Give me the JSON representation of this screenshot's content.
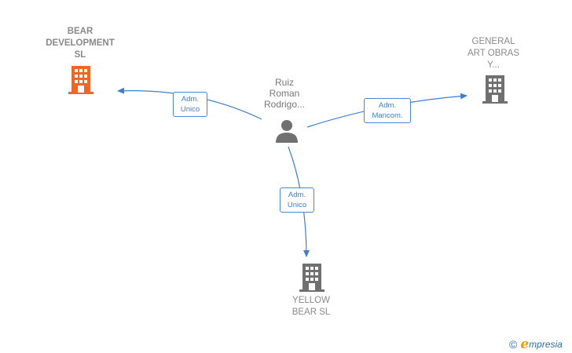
{
  "nodes": {
    "bear": {
      "label": "BEAR\nDEVELOPMENT\nSL",
      "color": "#f26522",
      "icon": "building-icon"
    },
    "general": {
      "label": "GENERAL\nART OBRAS\nY...",
      "color": "#707070",
      "icon": "building-icon"
    },
    "yellow": {
      "label": "YELLOW\nBEAR  SL",
      "color": "#707070",
      "icon": "building-icon"
    },
    "person": {
      "label": "Ruiz\nRoman\nRodrigo...",
      "color": "#707070",
      "icon": "person-icon"
    }
  },
  "edges": [
    {
      "from": "person",
      "to": "bear",
      "label": "Adm.\nUnico"
    },
    {
      "from": "person",
      "to": "general",
      "label": "Adm.\nMancom."
    },
    {
      "from": "person",
      "to": "yellow",
      "label": "Adm.\nUnico"
    }
  ],
  "edge_color": "#3f7fd0",
  "brand": {
    "copyright": "©",
    "initial": "e",
    "rest": "mpresia"
  }
}
